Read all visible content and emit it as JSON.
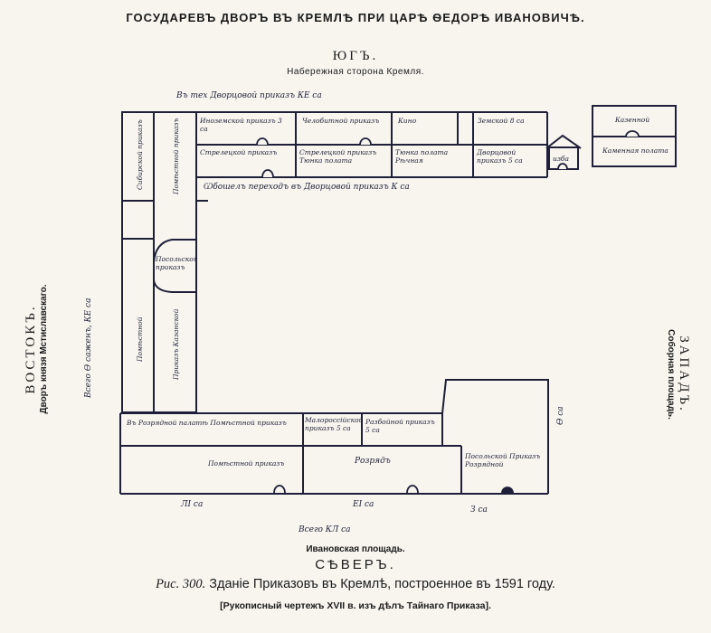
{
  "header": {
    "title": "ГОСУДАРЕВЪ ДВОРЪ ВЪ КРЕМЛѢ ПРИ ЦАРѢ ѲЕДОРѢ ИВАНОВИЧѢ.",
    "south": "ЮГЪ.",
    "south_sub": "Набережная сторона Кремля."
  },
  "sides": {
    "east": "ВОСТОКЪ.",
    "east_sub": "Дворъ князя Мстиславскаго.",
    "west": "ЗАПАДЪ.",
    "west_sub": "Соборная площадь."
  },
  "footer": {
    "north_sub": "Ивановская площадь.",
    "north": "СѢВЕРЪ.",
    "caption_prefix": "Рис. 300.",
    "caption": "Зданіе Приказовъ въ Кремлѣ, построенное въ 1591 году.",
    "source": "[Рукописный чертежъ XVII в. изъ дѣлъ Тайнаго Приказа]."
  },
  "handwritten": {
    "top_note": "Въ тех Дворцовой приказъ КЕ са",
    "inozemsky": "Иноземской приказъ 3 са",
    "chelobitny": "Челобитной приказъ",
    "kino": "Кино",
    "zemsky": "Земской 8 са",
    "streletsky": "Стрелецкой приказъ",
    "streletsky2": "Стрелецкой приказъ Тюнка полата",
    "tyunka": "Тюнка полата Рѣчная",
    "dvortsovy": "Дворцовой приказъ 5 са",
    "izba": "изба",
    "corridor": "Ѡбошелъ переходъ въ Дворцовой приказъ К са",
    "kazenny": "Казенной",
    "kamennaya": "Каменная полата",
    "sibirsky": "Сибирской приказъ",
    "pomestny_col": "Помѣстной приказъ",
    "posolsky_round": "Посольской приказъ",
    "kazansky": "Приказъ Казанской",
    "pomestny_left": "Помѣстной",
    "left_total": "Всего Ѳ саженъ, КЕ са",
    "razryadnaya": "Въ Розрядной палатѣ Помѣстной приказъ",
    "malorossiysky": "Малороссійской приказъ 5 са",
    "razboyny": "Разбойной приказъ 5 са",
    "pomestny_bottom": "Помѣстной приказъ",
    "razryad": "Розрядъ",
    "posolsky_bottom": "Посольской Приказъ Розрядной",
    "m1": "ЛI са",
    "m2": "ЕI са",
    "m3": "З са",
    "bottom_total": "Всего КЛ са",
    "right_measure": "Ѳ са"
  }
}
